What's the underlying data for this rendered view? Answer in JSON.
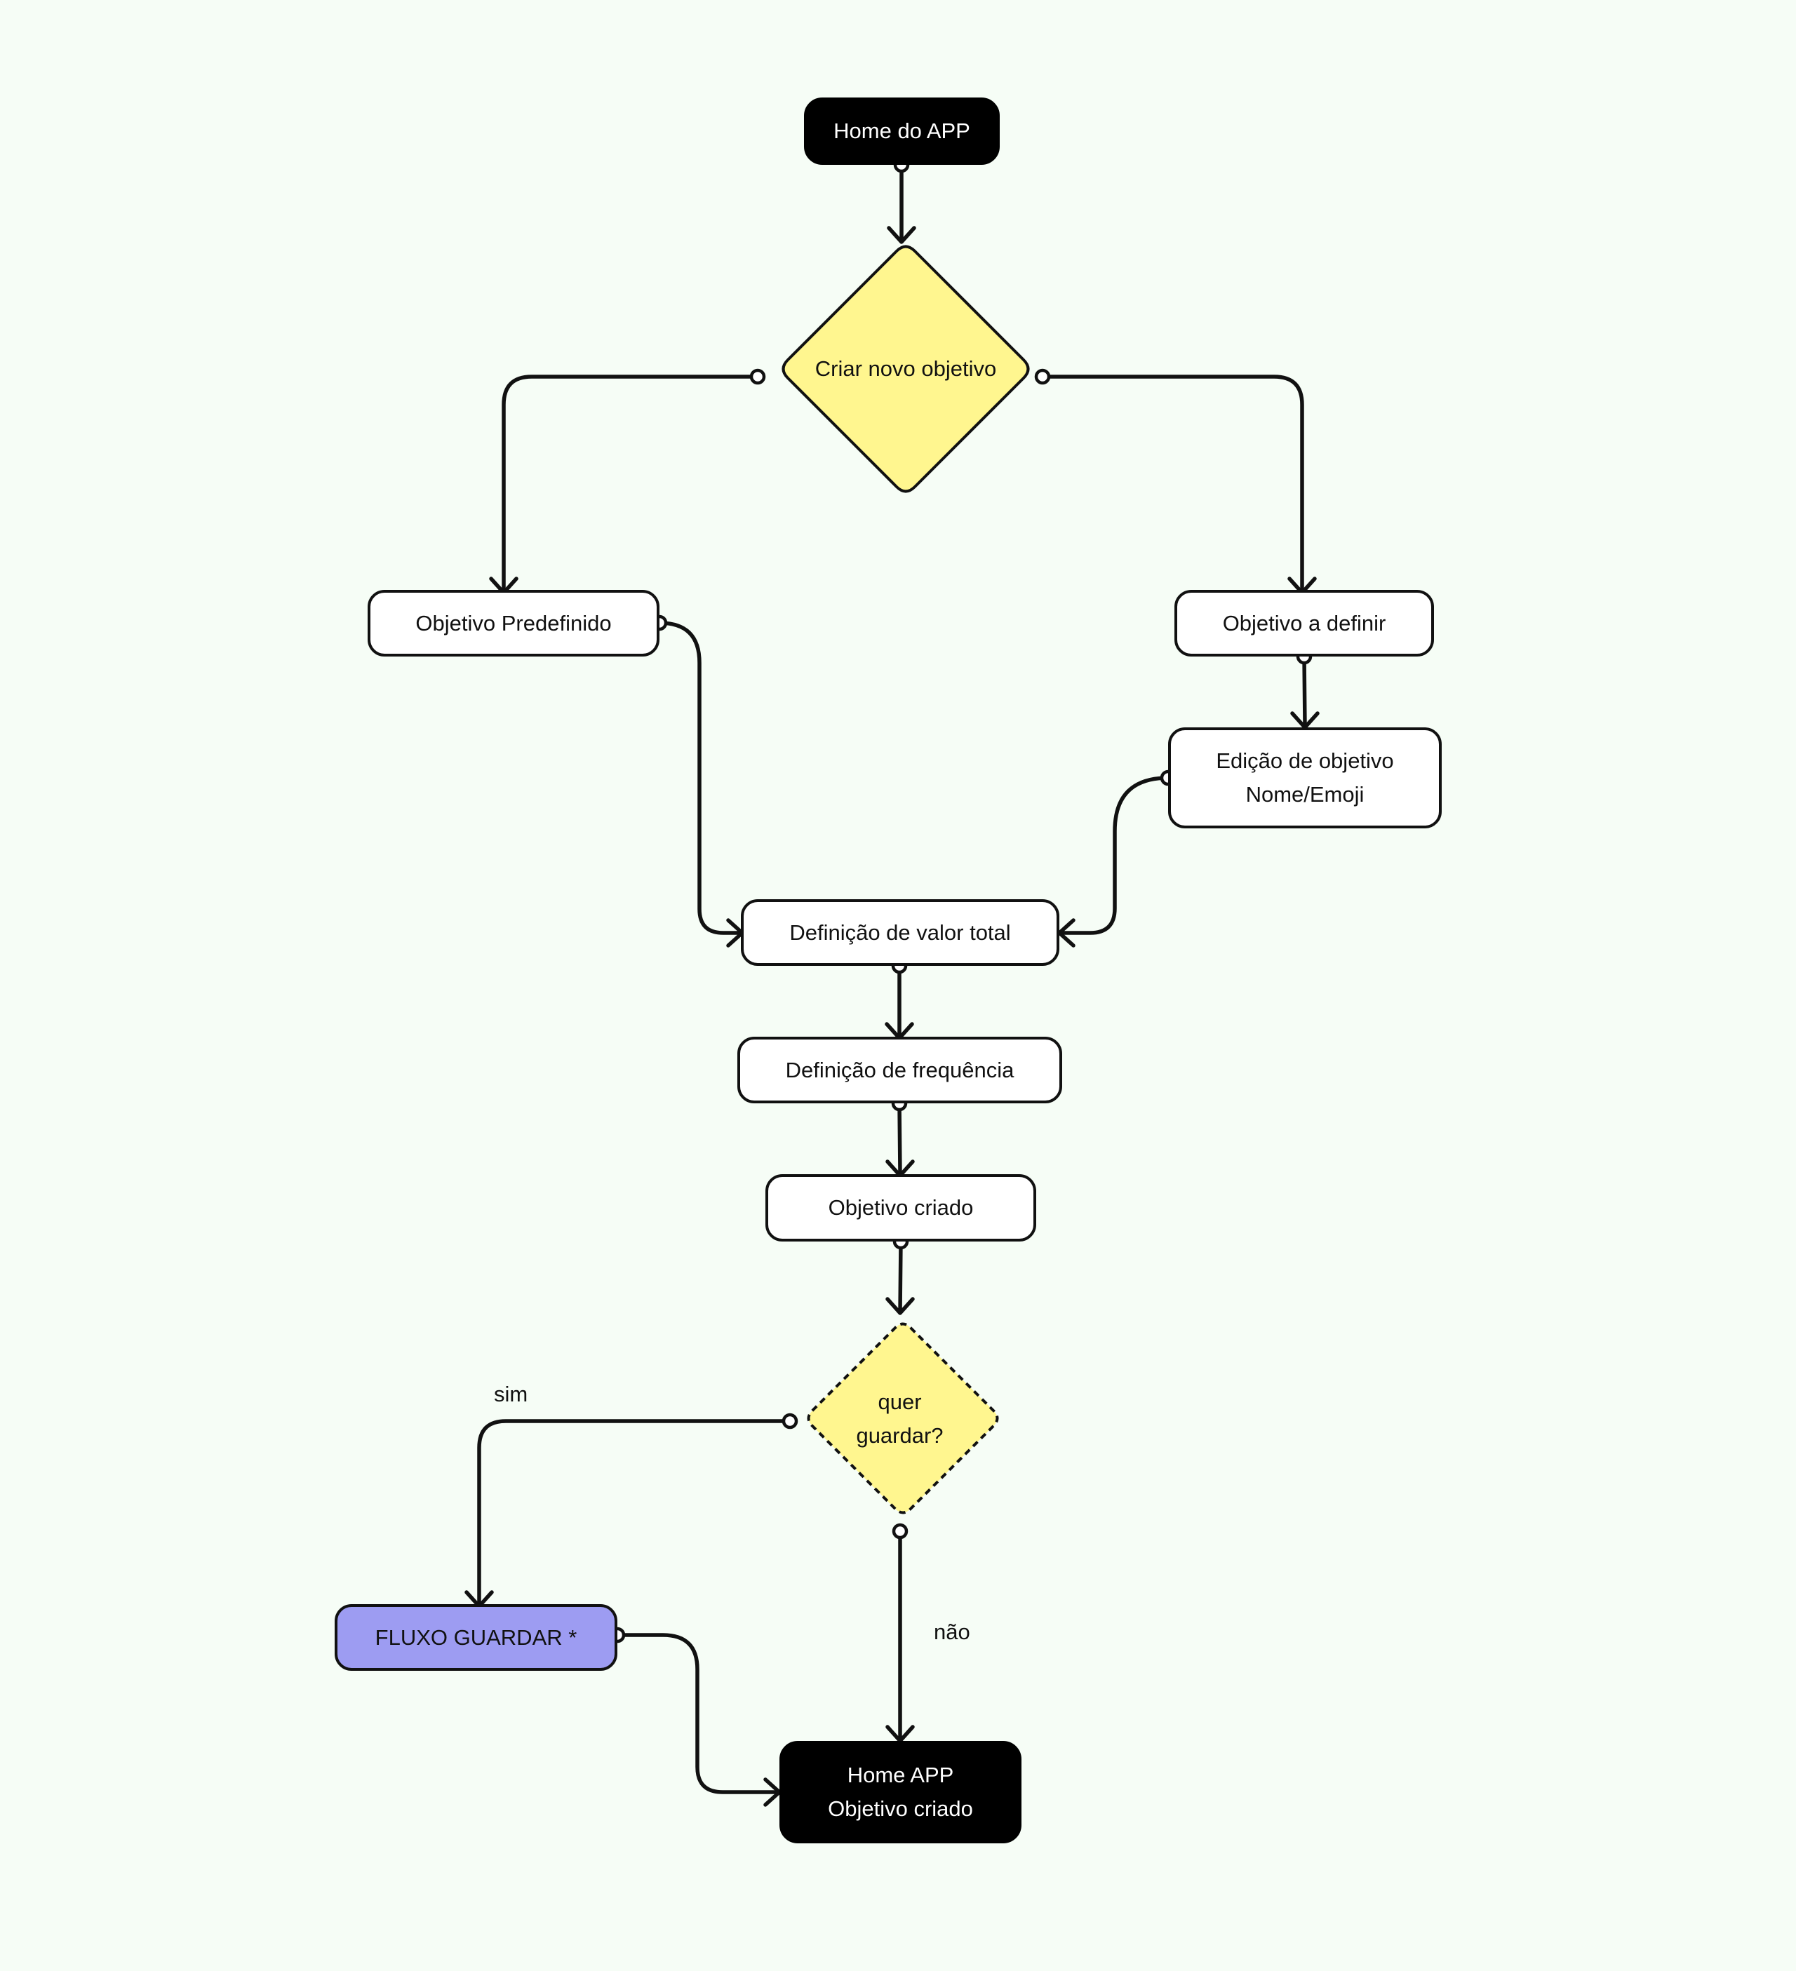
{
  "nodes": {
    "home_app": "Home do APP",
    "criar_novo": "Criar novo objetivo",
    "predefinido": "Objetivo Predefinido",
    "a_definir": "Objetivo a definir",
    "edicao_line1": "Edição de objetivo",
    "edicao_line2": "Nome/Emoji",
    "valor_total": "Definição de valor total",
    "frequencia": "Definição de frequência",
    "criado": "Objetivo criado",
    "quer_line1": "quer",
    "quer_line2": "guardar?",
    "fluxo_guardar": "FLUXO GUARDAR *",
    "home_final_line1": "Home APP",
    "home_final_line2": "Objetivo criado"
  },
  "edge_labels": {
    "sim": "sim",
    "nao": "não"
  },
  "colors": {
    "background": "#F6FDF6",
    "decision": "#FFF68F",
    "terminal": "#000000",
    "process": "#FFFFFF",
    "flow_ref": "#9D9CF2",
    "stroke": "#111111"
  }
}
